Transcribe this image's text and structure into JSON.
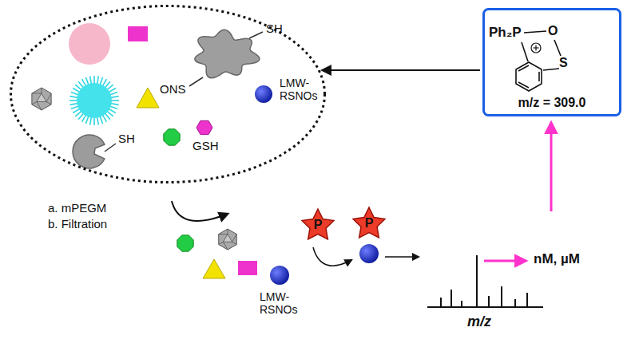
{
  "diagram": {
    "nodes": [
      {
        "text": [
          "SH",
          "ONS",
          "LMW-RSNOs",
          "SH",
          "GSH"
        ]
      },
      {
        "text": [
          "Ph₂P",
          "O",
          "S",
          "m/z = 309.0"
        ]
      },
      {
        "text": [
          "P"
        ]
      },
      {
        "text": [
          "P"
        ]
      }
    ],
    "edges": [
      {
        "from": 1,
        "to": 0,
        "arrow": "to"
      }
    ],
    "labels": [
      "a. mPEGM",
      "b. Filtration",
      "LMW-RSNOs",
      "m/z",
      "nM, µM"
    ]
  }
}
